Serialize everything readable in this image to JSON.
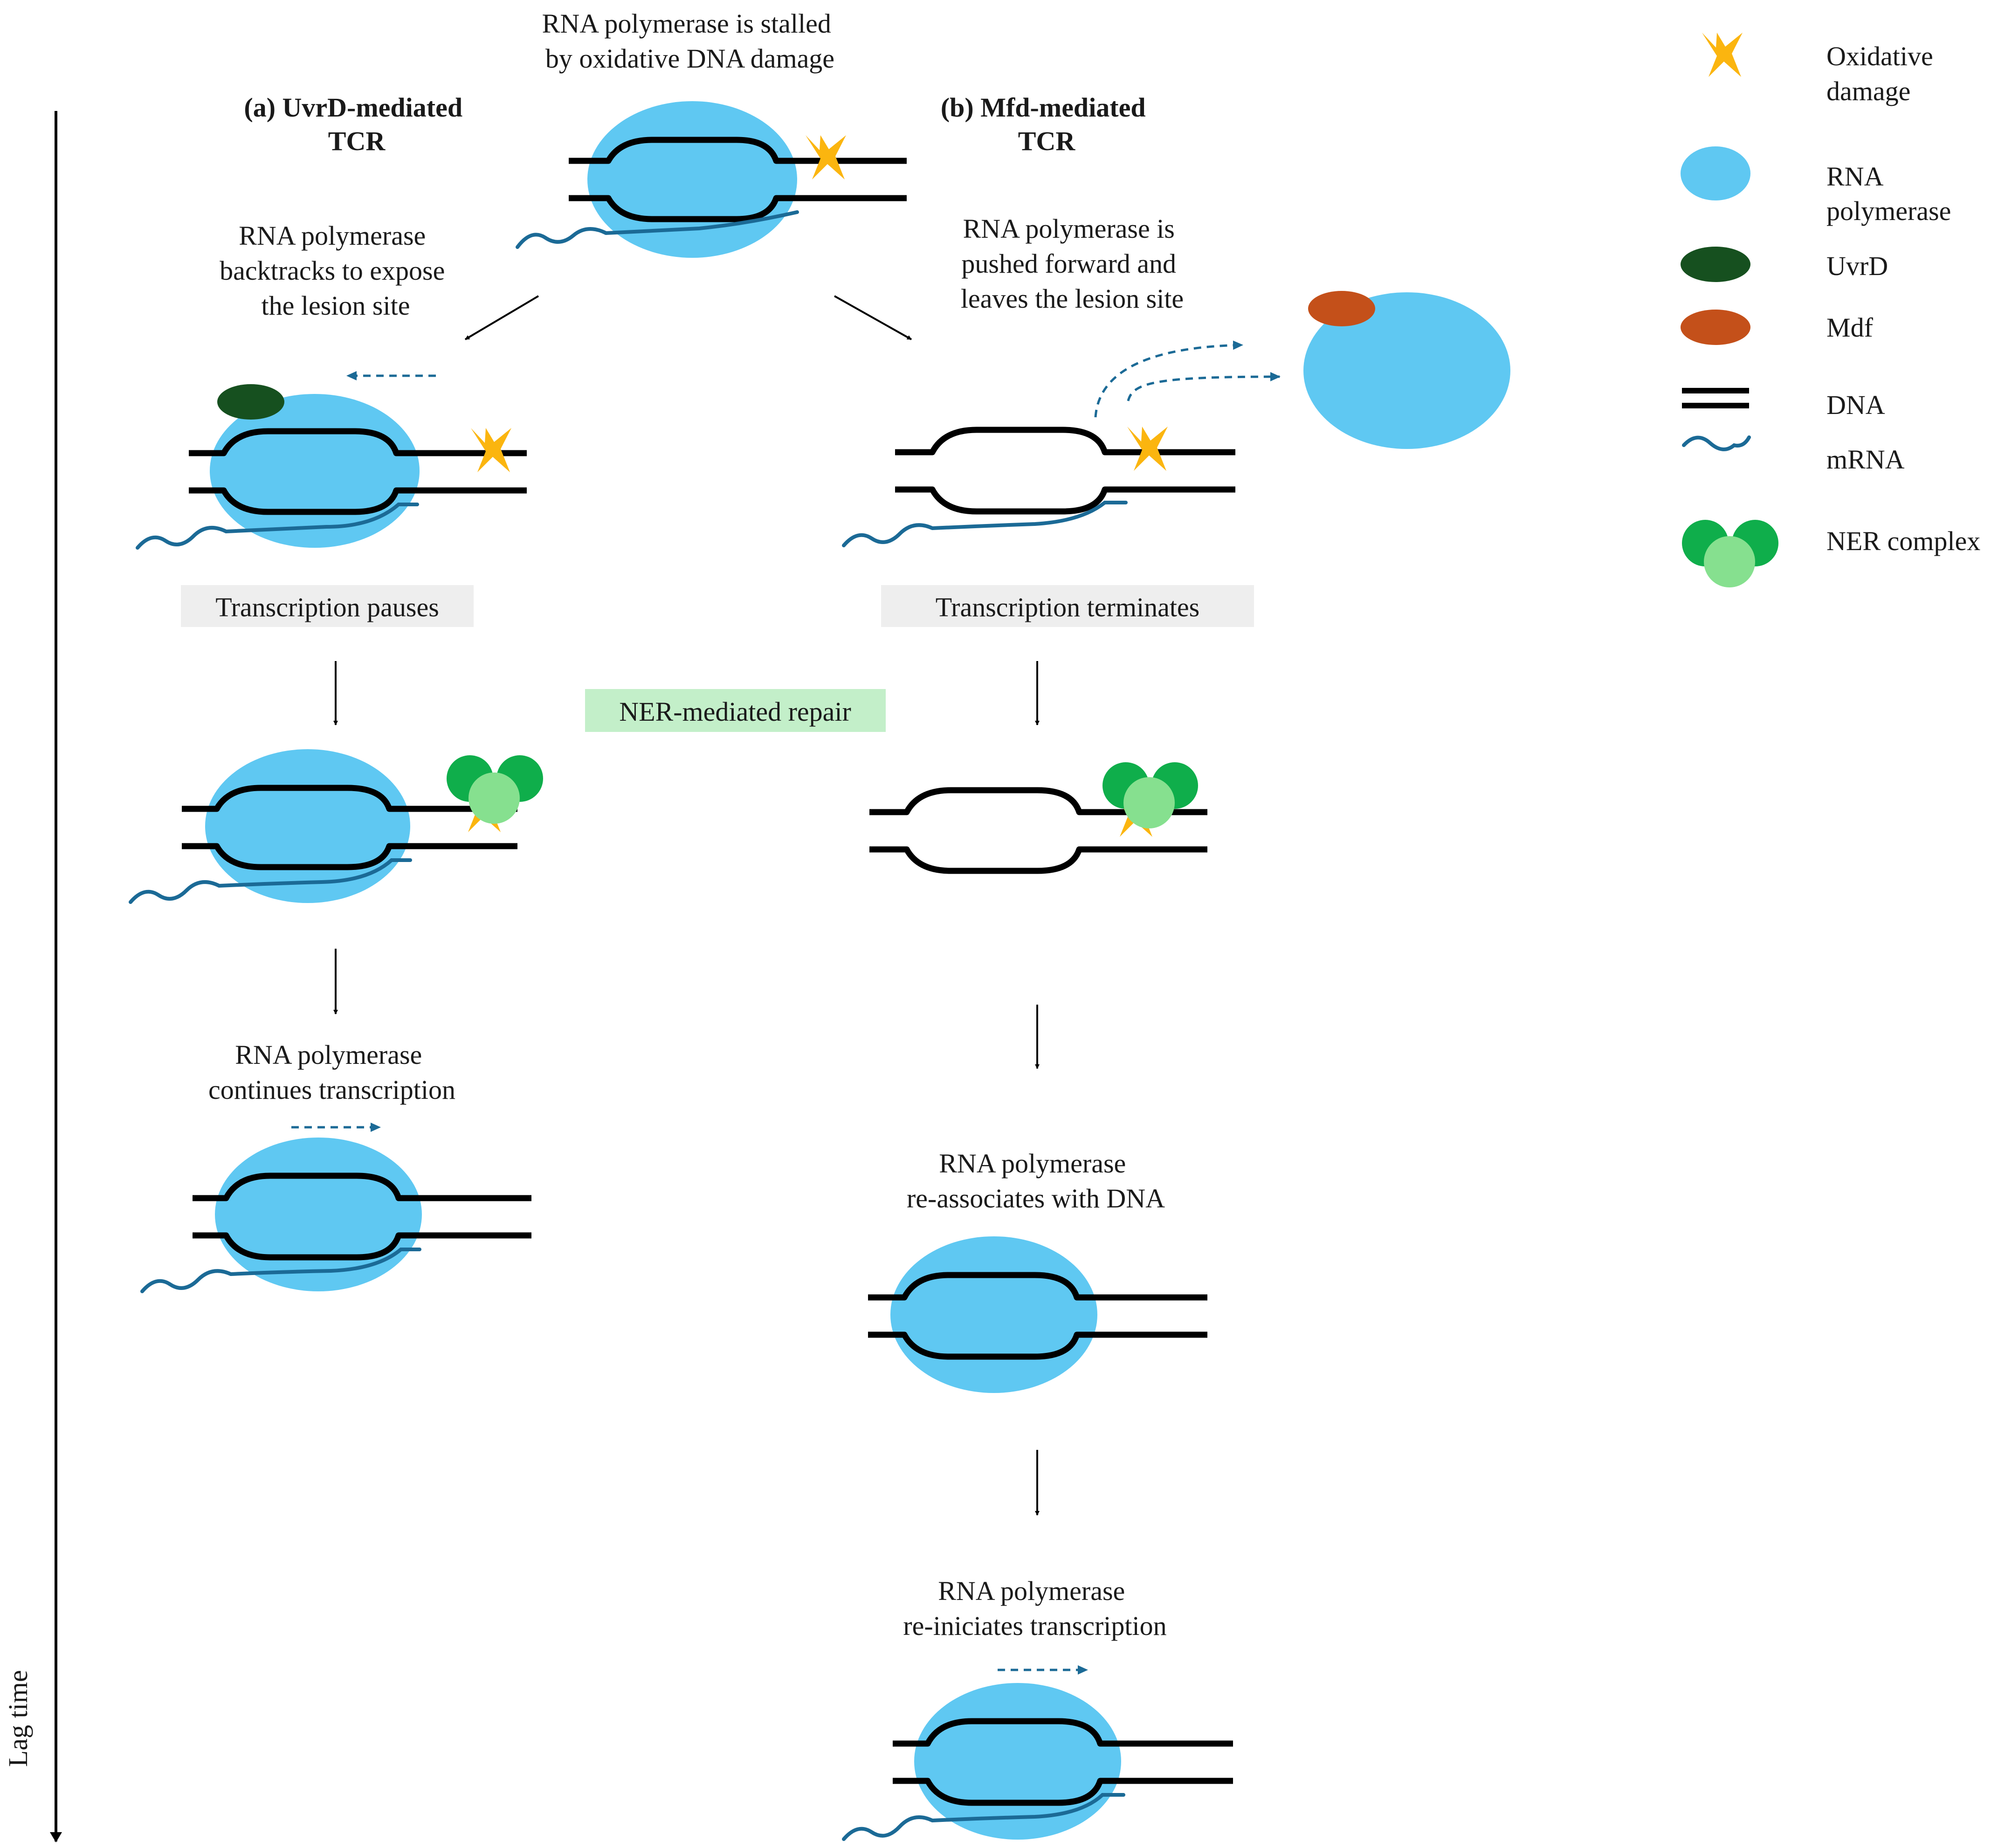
{
  "title_top": [
    "RNA polymerase is stalled",
    "by oxidative DNA damage"
  ],
  "branch_a": {
    "heading": [
      "(a) UvrD-mediated",
      "TCR"
    ],
    "step1": [
      "RNA polymerase",
      "backtracks to expose",
      "the lesion site"
    ],
    "pause_label": "Transcription pauses",
    "step3": [
      "RNA polymerase",
      "continues transcription"
    ]
  },
  "branch_b": {
    "heading": [
      "(b) Mfd-mediated",
      "TCR"
    ],
    "step1": [
      "RNA polymerase is",
      "pushed forward and",
      "leaves the lesion site"
    ],
    "terminate_label": "Transcription terminates",
    "step3": [
      "RNA polymerase",
      "re-associates with DNA"
    ],
    "step4": [
      "RNA polymerase",
      "re-iniciates transcription"
    ]
  },
  "ner_label": "NER-mediated repair",
  "axis_label": "Lag time",
  "legend": [
    {
      "label": [
        "Oxidative",
        "damage"
      ],
      "icon": "oxidative-damage-icon"
    },
    {
      "label": [
        "RNA",
        "polymerase"
      ],
      "icon": "rna-polymerase-icon"
    },
    {
      "label": [
        "UvrD"
      ],
      "icon": "uvrd-icon"
    },
    {
      "label": [
        "Mdf"
      ],
      "icon": "mdf-icon"
    },
    {
      "label": [
        "DNA"
      ],
      "icon": "dna-icon"
    },
    {
      "label": [
        "mRNA"
      ],
      "icon": "mrna-icon"
    },
    {
      "label": [
        "NER complex"
      ],
      "icon": "ner-complex-icon"
    }
  ],
  "colors": {
    "rna_polymerase": "#5fc8f2",
    "oxidative_damage": "#fbb50f",
    "uvrd": "#16501f",
    "mdf": "#c4501a",
    "mrna": "#1b6a96",
    "ner_dark": "#0fae4b",
    "ner_light": "#86e08f",
    "pause_box": "#eeeeee",
    "ner_box": "#c3efc9"
  }
}
